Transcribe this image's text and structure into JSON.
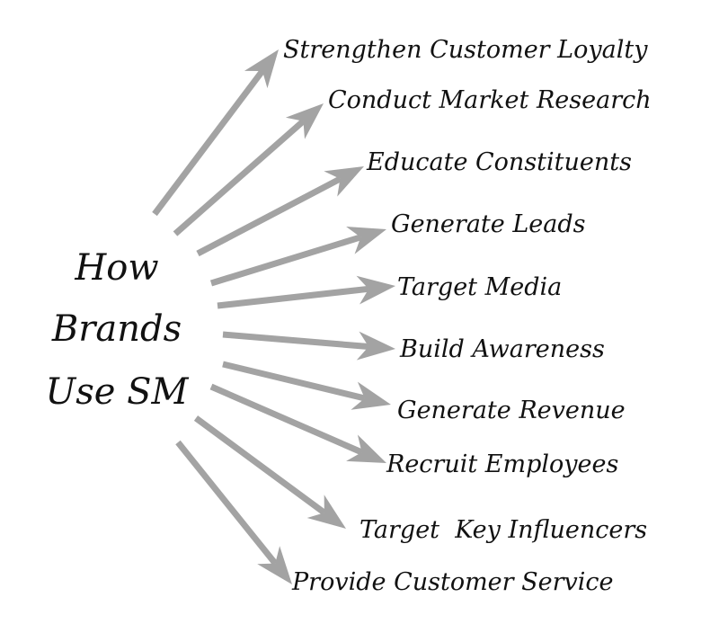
{
  "title_lines": [
    "How",
    "Brands",
    "Use SM"
  ],
  "items": [
    "Strengthen Customer Loyalty",
    "Conduct Market Research",
    "Educate Constituents",
    "Generate Leads",
    "Target Media",
    "Build Awareness",
    "Generate Revenue",
    "Recruit Employees",
    "Target  Key Influencers",
    "Provide Customer Service"
  ],
  "colors": {
    "arrow": "#a3a3a3",
    "text": "#111111"
  }
}
